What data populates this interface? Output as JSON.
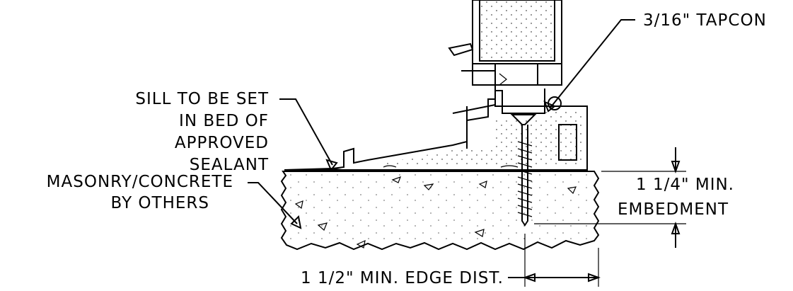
{
  "labels": {
    "tapcon": "3/16\" TAPCON",
    "sill_line1": "SILL TO BE SET",
    "sill_line2": "IN BED OF",
    "sill_line3": "APPROVED",
    "sill_line4": "SEALANT",
    "masonry_line1": "MASONRY/CONCRETE",
    "masonry_line2": "BY OTHERS",
    "embed_line1": "1 1/4\" MIN.",
    "embed_line2": "EMBEDMENT",
    "edge_dist": "1 1/2\" MIN. EDGE DIST."
  }
}
